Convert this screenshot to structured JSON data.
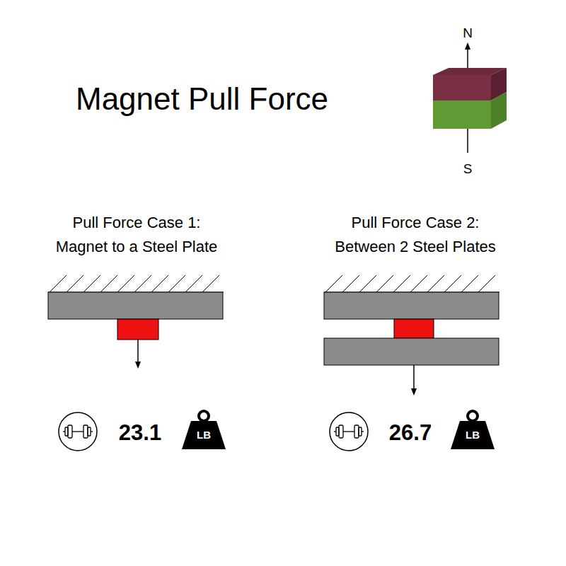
{
  "diagram": {
    "title": "Magnet Pull Force",
    "nodes": [
      {
        "text": [
          "LB"
        ]
      },
      {
        "text": [
          "LB"
        ]
      }
    ],
    "labels": [
      "N",
      "S",
      "Pull Force Case 1:",
      "Magnet to a Steel Plate",
      "Pull Force Case 2:",
      "Between 2 Steel Plates",
      "23.1",
      "26.7"
    ]
  }
}
